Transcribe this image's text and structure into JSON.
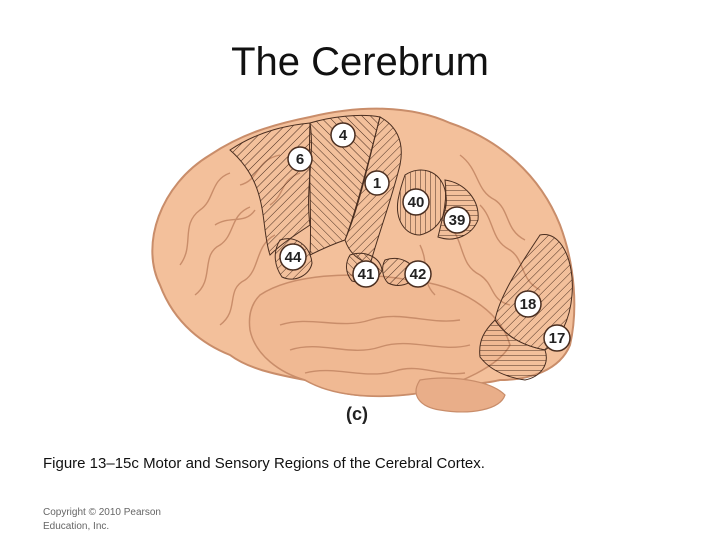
{
  "title": "The Cerebrum",
  "figure": {
    "panel_label": "(c)",
    "area_labels": [
      "4",
      "6",
      "1",
      "40",
      "39",
      "44",
      "41",
      "42",
      "18",
      "17"
    ],
    "colors": {
      "brain_fill": "#f3c09b",
      "gyri_line": "#c98d6a",
      "hatch_line": "#4a2e20",
      "label_fill": "#ffffff"
    }
  },
  "caption": "Figure 13–15c Motor and Sensory Regions of the Cerebral Cortex.",
  "copyright_line1": "Copyright © 2010 Pearson",
  "copyright_line2": "Education, Inc."
}
